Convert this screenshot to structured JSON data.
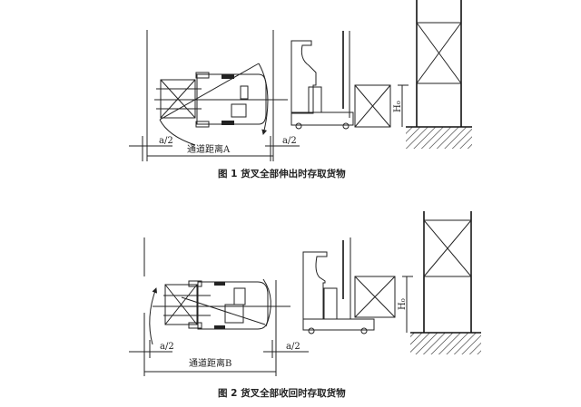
{
  "figure1": {
    "caption": "图 1   货叉全部伸出时存取货物",
    "aisle_label": "通道距离A",
    "half_a_left": "a/2",
    "half_a_right": "a/2",
    "height_label": "H₀"
  },
  "figure2": {
    "caption": "图 2   货叉全部收回时存取货物",
    "aisle_label": "通道距离B",
    "half_a_left": "a/2",
    "half_a_right": "a/2",
    "height_label": "H₀"
  }
}
